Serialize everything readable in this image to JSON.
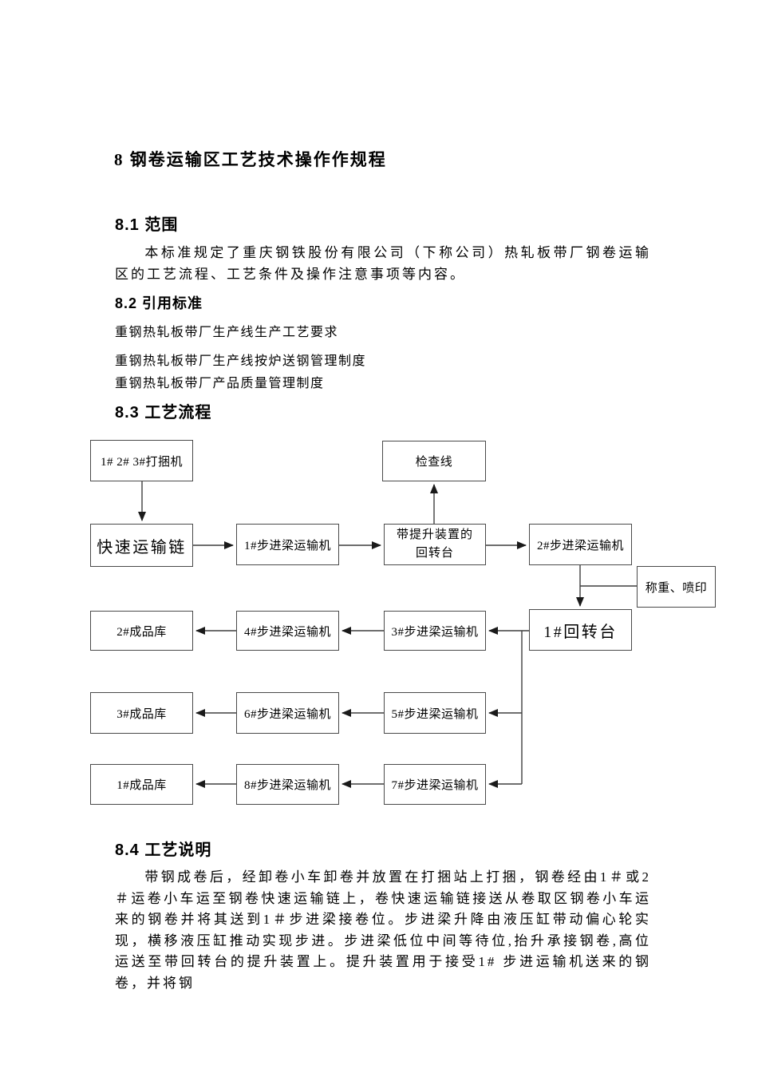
{
  "document": {
    "title": "8 钢卷运输区工艺技术操作作规程",
    "section_81": {
      "heading": "8.1 范围",
      "paragraph": "本标准规定了重庆钢铁股份有限公司（下称公司）热轧板带厂钢卷运输区的工艺流程、工艺条件及操作注意事项等内容。"
    },
    "section_82": {
      "heading": "8.2 引用标准",
      "references": [
        "重钢热轧板带厂生产线生产工艺要求",
        "重钢热轧板带厂生产线按炉送钢管理制度",
        "重钢热轧板带厂产品质量管理制度"
      ]
    },
    "section_83": {
      "heading": "8.3 工艺流程"
    },
    "section_84": {
      "heading": "8.4 工艺说明",
      "paragraph": "带钢成卷后，经卸卷小车卸卷并放置在打捆站上打捆，钢卷经由1＃或2＃运卷小车运至钢卷快速运输链上，卷快速运输链接送从卷取区钢卷小车运来的钢卷并将其送到1＃步进梁接卷位。步进梁升降由液压缸带动偏心轮实现，横移液压缸推动实现步进。步进梁低位中间等待位,抬升承接钢卷,高位运送至带回转台的提升装置上。提升装置用于接受1# 步进运输机送来的钢卷，并将钢"
    }
  },
  "flowchart": {
    "nodes": {
      "bundlers": "1# 2# 3#打捆机",
      "inspection_line": "检查线",
      "fast_transport_chain": "快速运输链",
      "walking_beam_1": "1#步进梁运输机",
      "lift_turntable_line1": "带提升装置的",
      "lift_turntable_line2": "回转台",
      "walking_beam_2": "2#步进梁运输机",
      "weigh_print": "称重、喷印",
      "turntable_1": "1#回转台",
      "warehouse_2": "2#成品库",
      "walking_beam_4": "4#步进梁运输机",
      "walking_beam_3": "3#步进梁运输机",
      "warehouse_3": "3#成品库",
      "walking_beam_6": "6#步进梁运输机",
      "walking_beam_5": "5#步进梁运输机",
      "warehouse_1": "1#成品库",
      "walking_beam_8": "8#步进梁运输机",
      "walking_beam_7": "7#步进梁运输机"
    }
  },
  "colors": {
    "text": "#000000",
    "background": "#ffffff",
    "line": "#3f3f3f",
    "arrowhead": "#1a1a1a"
  }
}
